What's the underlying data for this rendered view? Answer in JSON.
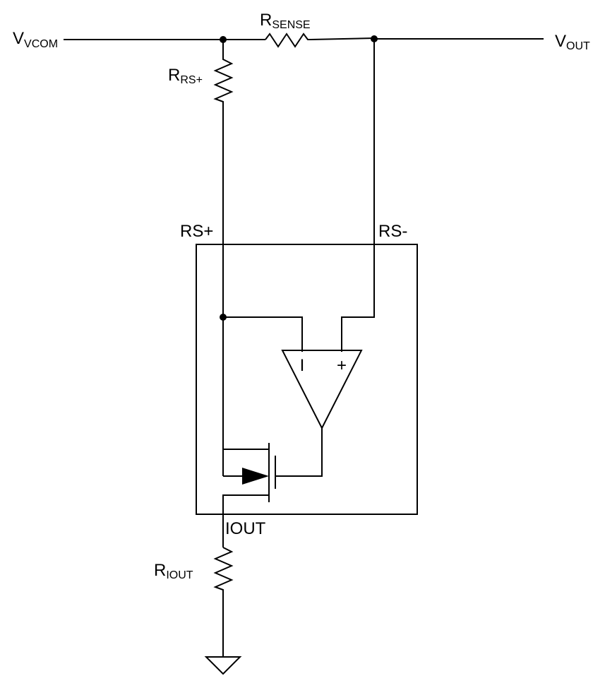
{
  "labels": {
    "vvcom": {
      "main": "V",
      "sub": "VCOM"
    },
    "rsense": {
      "main": "R",
      "sub": "SENSE"
    },
    "vout": {
      "main": "V",
      "sub": "OUT"
    },
    "rrs": {
      "main": "R",
      "sub": "RS+"
    },
    "riout": {
      "main": "R",
      "sub": "IOUT"
    },
    "pin_rsp": "RS+",
    "pin_rsm": "RS-",
    "pin_iout": "IOUT",
    "opamp_minus": "I",
    "opamp_plus": "+"
  },
  "colors": {
    "wire": "#000000",
    "background": "#ffffff"
  }
}
